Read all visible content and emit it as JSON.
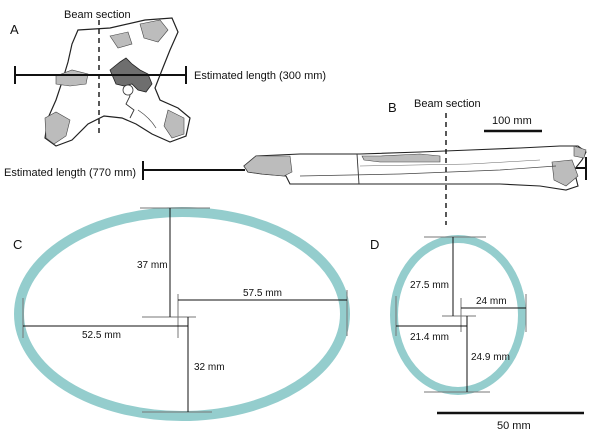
{
  "panels": {
    "a": {
      "letter": "A",
      "beam_label": "Beam section",
      "length_label": "Estimated length (300 mm)"
    },
    "b": {
      "letter": "B",
      "beam_label": "Beam section",
      "scale_label": "100 mm",
      "length_label": "Estimated length (770 mm)"
    },
    "c": {
      "letter": "C",
      "dims": {
        "upper": "37 mm",
        "right": "57.5 mm",
        "left": "52.5 mm",
        "lower": "32 mm"
      }
    },
    "d": {
      "letter": "D",
      "dims": {
        "upper": "27.5 mm",
        "right": "24 mm",
        "left": "21.4 mm",
        "lower": "24.9 mm"
      },
      "scale_label": "50 mm"
    }
  },
  "colors": {
    "cortex_ring": "#94cdcd",
    "bone_fill": "#ffffff",
    "bone_shade": "#bcbcbc",
    "bone_dark": "#6e6e6e",
    "ink": "#111111"
  }
}
